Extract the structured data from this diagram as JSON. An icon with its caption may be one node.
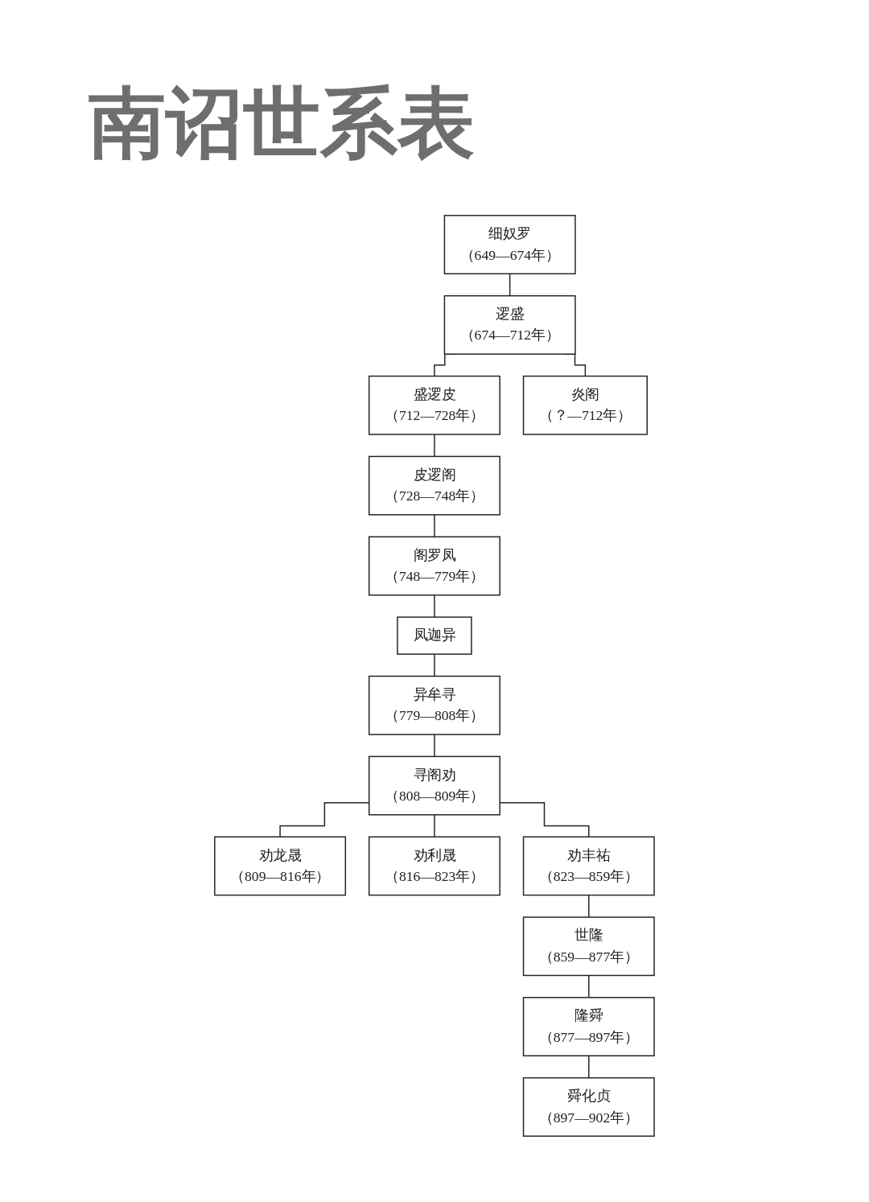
{
  "diagram": {
    "title": "南诏世系表",
    "nodes": [
      {
        "text": [
          "细奴罗",
          "（649—674年）"
        ]
      },
      {
        "text": [
          "逻盛",
          "（674—712年）"
        ]
      },
      {
        "text": [
          "盛逻皮",
          "（712—728年）"
        ]
      },
      {
        "text": [
          "炎阁",
          "（？—712年）"
        ]
      },
      {
        "text": [
          "皮逻阁",
          "（728—748年）"
        ]
      },
      {
        "text": [
          "阁罗凤",
          "（748—779年）"
        ]
      },
      {
        "text": [
          "凤迦异"
        ]
      },
      {
        "text": [
          "异牟寻",
          "（779—808年）"
        ]
      },
      {
        "text": [
          "寻阁劝",
          "（808—809年）"
        ]
      },
      {
        "text": [
          "劝龙晟",
          "（809—816年）"
        ]
      },
      {
        "text": [
          "劝利晟",
          "（816—823年）"
        ]
      },
      {
        "text": [
          "劝丰祐",
          "（823—859年）"
        ]
      },
      {
        "text": [
          "世隆",
          "（859—877年）"
        ]
      },
      {
        "text": [
          "隆舜",
          "（877—897年）"
        ]
      },
      {
        "text": [
          "舜化贞",
          "（897—902年）"
        ]
      }
    ],
    "edges": [
      {
        "from": 0,
        "to": 1,
        "arrow": "none"
      },
      {
        "from": 1,
        "to": 2,
        "arrow": "none"
      },
      {
        "from": 1,
        "to": 3,
        "arrow": "none"
      },
      {
        "from": 2,
        "to": 4,
        "arrow": "none"
      },
      {
        "from": 4,
        "to": 5,
        "arrow": "none"
      },
      {
        "from": 5,
        "to": 6,
        "arrow": "none"
      },
      {
        "from": 6,
        "to": 7,
        "arrow": "none"
      },
      {
        "from": 7,
        "to": 8,
        "arrow": "none"
      },
      {
        "from": 8,
        "to": 9,
        "arrow": "none"
      },
      {
        "from": 8,
        "to": 10,
        "arrow": "none"
      },
      {
        "from": 8,
        "to": 11,
        "arrow": "none"
      },
      {
        "from": 11,
        "to": 12,
        "arrow": "none"
      },
      {
        "from": 12,
        "to": 13,
        "arrow": "none"
      },
      {
        "from": 13,
        "to": 14,
        "arrow": "none"
      }
    ]
  }
}
